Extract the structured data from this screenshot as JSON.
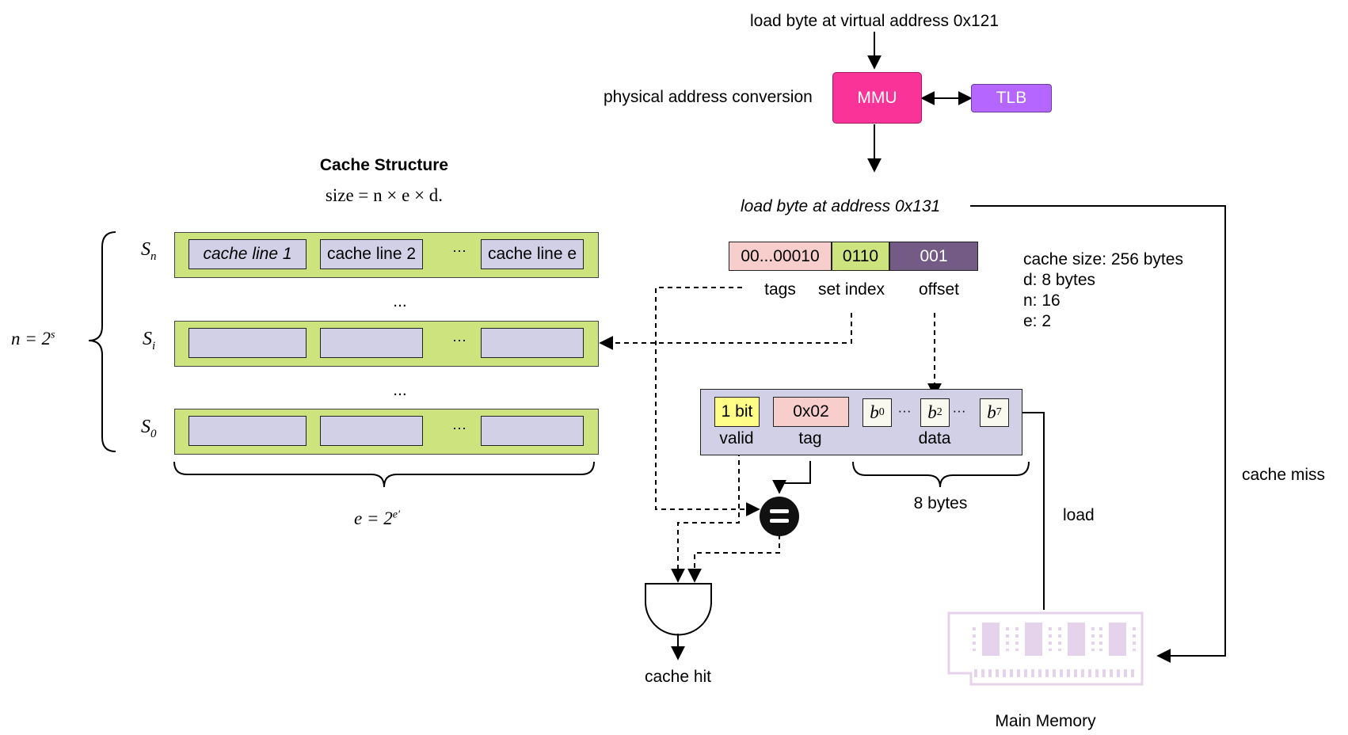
{
  "top": {
    "virtual_load": "load byte at virtual address 0x121",
    "conversion_label": "physical address conversion",
    "mmu_label": "MMU",
    "tlb_label": "TLB",
    "physical_load": "load byte at address 0x131"
  },
  "colors": {
    "mmu": "#fa3399",
    "tlb": "#b566ff",
    "set_row": "#cce37e",
    "cache_line": "#d1d0e6",
    "tag_field": "#f8cecc",
    "index_field": "#cce37e",
    "offset_field": "#735b86",
    "valid_field": "#ffff88",
    "memory": "#e4d3ea"
  },
  "cache_structure": {
    "title": "Cache Structure",
    "size_formula": "size = n × e × d.",
    "n_formula": "n = 2",
    "n_exp": "s",
    "e_formula": "e = 2",
    "e_exp": "e′",
    "ellipsis": "...",
    "sets": [
      {
        "label": "S",
        "sub": "n",
        "lines": [
          "cache line 1",
          "cache line 2",
          "···",
          "cache line e"
        ]
      },
      {
        "label": "S",
        "sub": "i",
        "lines": [
          "",
          "",
          "···",
          ""
        ]
      },
      {
        "label": "S",
        "sub": "0",
        "lines": [
          "",
          "",
          "···",
          ""
        ]
      }
    ]
  },
  "address": {
    "fields": [
      {
        "value": "00...00010",
        "label": "tags"
      },
      {
        "value": "0110",
        "label": "set index"
      },
      {
        "value": "001",
        "label": "offset"
      }
    ]
  },
  "params": [
    "cache size: 256 bytes",
    "d: 8 bytes",
    "n: 16",
    "e: 2"
  ],
  "line_detail": {
    "valid_value": "1 bit",
    "valid_label": "valid",
    "tag_value": "0x02",
    "tag_label": "tag",
    "data_label": "data",
    "bytes": [
      {
        "b": "b",
        "sub": "0"
      },
      {
        "b": "b",
        "sub": "2"
      },
      {
        "b": "b",
        "sub": "7"
      }
    ],
    "dots": "···",
    "bytes_caption": "8 bytes"
  },
  "compare_symbol": "=",
  "cache_hit": "cache hit",
  "cache_miss": "cache miss",
  "load": "load",
  "main_memory": "Main Memory"
}
